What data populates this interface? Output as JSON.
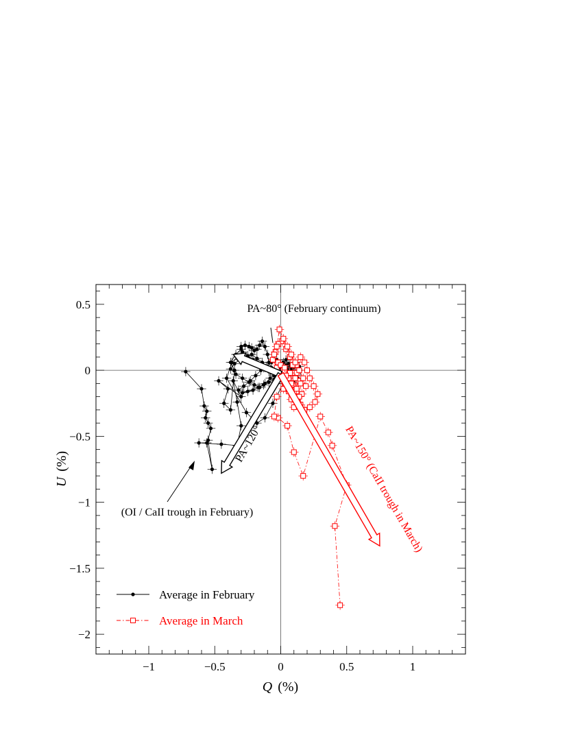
{
  "chart_data": {
    "type": "scatter",
    "xlabel_var": "Q",
    "xlabel_unit": "(%)",
    "ylabel_var": "U",
    "ylabel_unit": "(%)",
    "xlim": [
      -1.4,
      1.4
    ],
    "ylim": [
      -2.15,
      0.65
    ],
    "x_ticks": [
      -1,
      -0.5,
      0,
      0.5,
      1
    ],
    "x_tick_labels": [
      "−1",
      "−0.5",
      "0",
      "0.5",
      "1"
    ],
    "y_ticks": [
      0.5,
      0,
      -0.5,
      -1,
      -1.5,
      -2
    ],
    "y_tick_labels": [
      "0.5",
      "0",
      "−0.5",
      "−1",
      "−1.5",
      "−2"
    ],
    "grid": false,
    "zero_lines": true,
    "legend_position": "bottom-left",
    "colors": {
      "february": "#000000",
      "march": "#ff0000"
    },
    "series": [
      {
        "name": "Average in February",
        "marker": "filled-circle",
        "line": "solid",
        "color": "#000000",
        "error": 0.035,
        "x": [
          -0.72,
          -0.6,
          -0.58,
          -0.56,
          -0.57,
          -0.55,
          -0.53,
          -0.55,
          -0.52,
          -0.56,
          -0.62,
          -0.45,
          -0.33,
          -0.3,
          -0.33,
          -0.36,
          -0.3,
          -0.47,
          -0.4,
          -0.43,
          -0.38,
          -0.35,
          -0.38,
          -0.34,
          -0.3,
          -0.3,
          -0.27,
          -0.24,
          -0.22,
          -0.2,
          -0.18,
          -0.16,
          -0.14,
          -0.12,
          -0.1,
          -0.09,
          -0.07,
          -0.05,
          -0.04,
          -0.02,
          0.0,
          0.02,
          0.04,
          0.06,
          0.08,
          0.1,
          0.12,
          0.14,
          0.11,
          0.07,
          0.03,
          -0.01,
          -0.05,
          -0.09,
          -0.13,
          -0.17,
          -0.21,
          -0.25,
          -0.29,
          -0.32,
          -0.28,
          -0.23,
          -0.19,
          -0.15,
          -0.11,
          -0.07,
          -0.03,
          0.01,
          0.05,
          0.09,
          0.13,
          0.1,
          0.06,
          0.02,
          -0.02,
          -0.06,
          -0.1,
          -0.14,
          -0.18,
          -0.22,
          -0.26,
          -0.31,
          -0.35,
          -0.38,
          -0.34,
          -0.29,
          -0.24,
          -0.2,
          -0.16,
          -0.12,
          -0.08,
          -0.04,
          0.0,
          0.04,
          0.08,
          0.12,
          0.15,
          0.11,
          0.07,
          0.03,
          -0.01,
          -0.05,
          -0.09,
          -0.13,
          -0.17,
          -0.21,
          -0.25,
          -0.29,
          -0.33,
          -0.37,
          -0.41,
          -0.26,
          -0.18,
          -0.12,
          -0.06,
          0.02
        ],
        "y": [
          -0.01,
          -0.14,
          -0.27,
          -0.31,
          -0.36,
          -0.4,
          -0.44,
          -0.53,
          -0.75,
          -0.55,
          -0.55,
          -0.56,
          -0.57,
          -0.42,
          -0.24,
          -0.08,
          -0.2,
          -0.08,
          -0.14,
          -0.25,
          -0.3,
          0.0,
          0.06,
          0.12,
          0.16,
          0.18,
          0.19,
          0.18,
          0.17,
          0.15,
          0.16,
          0.19,
          0.22,
          0.18,
          0.12,
          0.06,
          0.02,
          -0.03,
          -0.08,
          -0.05,
          0.02,
          0.06,
          0.08,
          0.05,
          0.02,
          -0.02,
          -0.04,
          0.03,
          0.06,
          0.04,
          0.0,
          -0.04,
          -0.07,
          -0.09,
          -0.11,
          -0.13,
          -0.15,
          -0.16,
          -0.17,
          -0.15,
          -0.12,
          -0.08,
          -0.04,
          0.0,
          0.03,
          0.06,
          0.08,
          0.05,
          0.01,
          -0.03,
          -0.06,
          -0.09,
          -0.12,
          -0.1,
          -0.06,
          -0.02,
          0.02,
          0.06,
          0.09,
          0.12,
          0.1,
          0.08,
          0.05,
          0.01,
          -0.03,
          -0.06,
          -0.09,
          -0.11,
          -0.13,
          -0.1,
          -0.06,
          -0.02,
          0.02,
          0.04,
          0.01,
          -0.02,
          0.0,
          0.03,
          -0.02,
          -0.05,
          -0.07,
          -0.04,
          -0.01,
          0.02,
          0.05,
          0.08,
          0.11,
          0.14,
          0.1,
          0.06,
          -0.06,
          -0.32,
          -0.4,
          -0.36,
          -0.25,
          -0.1
        ]
      },
      {
        "name": "Average in March",
        "marker": "open-square",
        "line": "dash-dot",
        "color": "#ff0000",
        "error": 0.035,
        "x": [
          0.45,
          0.41,
          0.5,
          0.39,
          0.36,
          0.3,
          0.17,
          0.1,
          0.05,
          -0.02,
          -0.05,
          -0.03,
          0.02,
          0.06,
          0.09,
          0.12,
          0.15,
          0.18,
          0.2,
          0.22,
          0.25,
          0.28,
          0.26,
          0.22,
          0.18,
          0.15,
          0.13,
          0.11,
          0.14,
          0.12,
          0.09,
          0.07,
          0.04,
          0.01,
          -0.02,
          -0.04,
          -0.06,
          -0.03,
          0.0,
          0.03,
          0.06,
          0.08,
          0.1,
          0.13,
          0.16,
          0.19,
          0.17,
          0.14,
          0.11,
          0.08,
          0.05,
          0.02,
          -0.01,
          -0.03,
          -0.05,
          -0.02,
          0.02,
          0.05,
          0.08,
          0.11,
          0.14,
          0.12,
          0.09,
          0.06,
          0.03,
          0.0,
          0.03,
          0.07,
          0.11,
          0.15,
          0.12,
          0.08,
          0.04
        ],
        "y": [
          -1.78,
          -1.18,
          -0.87,
          -0.57,
          -0.47,
          -0.35,
          -0.8,
          -0.62,
          -0.42,
          -0.36,
          -0.35,
          -0.2,
          -0.14,
          -0.08,
          -0.02,
          0.04,
          0.1,
          0.06,
          0.0,
          -0.06,
          -0.12,
          -0.18,
          -0.24,
          -0.28,
          -0.3,
          -0.26,
          -0.2,
          -0.14,
          -0.08,
          -0.02,
          0.04,
          0.1,
          0.16,
          0.22,
          0.2,
          0.14,
          0.08,
          0.02,
          -0.04,
          -0.1,
          -0.16,
          -0.22,
          -0.28,
          -0.24,
          -0.18,
          -0.12,
          -0.06,
          0.0,
          0.06,
          0.12,
          0.18,
          0.24,
          0.31,
          0.18,
          0.12,
          0.06,
          0.0,
          -0.05,
          -0.1,
          -0.15,
          -0.2,
          -0.16,
          -0.11,
          -0.06,
          -0.01,
          0.04,
          0.02,
          -0.02,
          -0.06,
          -0.1,
          -0.14,
          -0.1,
          -0.04
        ]
      }
    ],
    "annotations": [
      {
        "text": "PA~80° (February continuum)",
        "color": "#000000"
      },
      {
        "text": "PA~120°",
        "color": "#000000"
      },
      {
        "text": "PA~150° (CaII trough in March)",
        "color": "#ff0000"
      },
      {
        "text": "(OI / CaII trough in February)",
        "color": "#000000"
      }
    ],
    "arrows": [
      {
        "from": [
          0.0,
          -0.03
        ],
        "to": [
          -0.36,
          0.12
        ],
        "color": "#000000",
        "fill": "#ffffff"
      },
      {
        "from": [
          0.0,
          -0.03
        ],
        "to": [
          -0.45,
          -0.78
        ],
        "color": "#000000",
        "fill": "#ffffff"
      },
      {
        "from": [
          0.0,
          -0.03
        ],
        "to": [
          0.75,
          -1.33
        ],
        "color": "#ff0000",
        "fill": "#ffffff"
      }
    ]
  }
}
